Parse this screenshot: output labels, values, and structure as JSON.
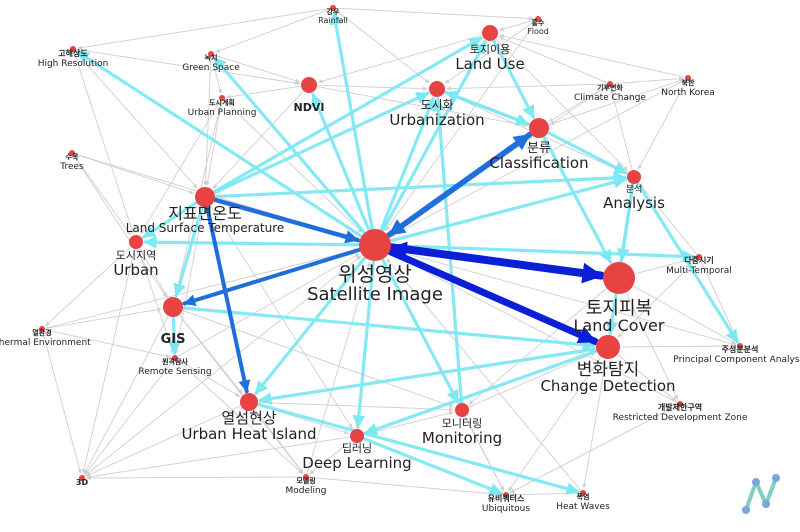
{
  "nodes": [
    {
      "id": "rainfall",
      "ko": "강우",
      "en": "Rainfall"
    },
    {
      "id": "flood",
      "ko": "홍수",
      "en": "Flood"
    },
    {
      "id": "landuse",
      "ko": "토지이용",
      "en": "Land Use"
    },
    {
      "id": "highres",
      "ko": "고해상도",
      "en": "High Resolution"
    },
    {
      "id": "green",
      "ko": "녹지",
      "en": "Green Space"
    },
    {
      "id": "ndvi",
      "ko": "",
      "en": "NDVI"
    },
    {
      "id": "urbanization",
      "ko": "도시화",
      "en": "Urbanization"
    },
    {
      "id": "climate",
      "ko": "기후변화",
      "en": "Climate Change"
    },
    {
      "id": "northkorea",
      "ko": "북한",
      "en": "North Korea"
    },
    {
      "id": "planning",
      "ko": "도시계획",
      "en": "Urban Planning"
    },
    {
      "id": "classification",
      "ko": "분류",
      "en": "Classification"
    },
    {
      "id": "trees",
      "ko": "수목",
      "en": "Trees"
    },
    {
      "id": "analysis",
      "ko": "분석",
      "en": "Analysis"
    },
    {
      "id": "lst",
      "ko": "지표면온도",
      "en": "Land Surface Temperature"
    },
    {
      "id": "satellite",
      "ko": "위성영상",
      "en": "Satellite Image"
    },
    {
      "id": "urban",
      "ko": "도시지역",
      "en": "Urban"
    },
    {
      "id": "multitemporal",
      "ko": "다중시기",
      "en": "Multi-Temporal"
    },
    {
      "id": "landcover",
      "ko": "토지피복",
      "en": "Land Cover"
    },
    {
      "id": "gis",
      "ko": "",
      "en": "GIS"
    },
    {
      "id": "thermal",
      "ko": "열환경",
      "en": "Thermal Environment"
    },
    {
      "id": "pca",
      "ko": "주성분분석",
      "en": "Principal Component Analysis"
    },
    {
      "id": "change",
      "ko": "변화탐지",
      "en": "Change Detection"
    },
    {
      "id": "remote",
      "ko": "원격탐사",
      "en": "Remote Sensing"
    },
    {
      "id": "uhi",
      "ko": "열섬현상",
      "en": "Urban Heat Island"
    },
    {
      "id": "monitoring",
      "ko": "모니터링",
      "en": "Monitoring"
    },
    {
      "id": "restricted",
      "ko": "개발제한구역",
      "en": "Restricted Development Zone"
    },
    {
      "id": "deep",
      "ko": "딥러닝",
      "en": "Deep Learning"
    },
    {
      "id": "3d",
      "ko": "3D",
      "en": ""
    },
    {
      "id": "modeling",
      "ko": "모델링",
      "en": "Modeling"
    },
    {
      "id": "ubiquitous",
      "ko": "유비쿼터스",
      "en": "Ubiquitous"
    },
    {
      "id": "heatwaves",
      "ko": "폭염",
      "en": "Heat Waves"
    }
  ],
  "strong_links": [
    {
      "from": "lst",
      "to": "satellite"
    },
    {
      "from": "satellite",
      "to": "classification"
    },
    {
      "from": "classification",
      "to": "satellite"
    },
    {
      "from": "satellite",
      "to": "landcover"
    },
    {
      "from": "landcover",
      "to": "satellite"
    },
    {
      "from": "satellite",
      "to": "change"
    },
    {
      "from": "lst",
      "to": "uhi"
    },
    {
      "from": "satellite",
      "to": "gis"
    }
  ],
  "medium_links": [
    {
      "from": "satellite",
      "to": "rainfall"
    },
    {
      "from": "satellite",
      "to": "landuse"
    },
    {
      "from": "satellite",
      "to": "urbanization"
    },
    {
      "from": "satellite",
      "to": "highres"
    },
    {
      "from": "satellite",
      "to": "green"
    },
    {
      "from": "satellite",
      "to": "ndvi"
    },
    {
      "from": "satellite",
      "to": "analysis"
    },
    {
      "from": "satellite",
      "to": "urban"
    },
    {
      "from": "satellite",
      "to": "deep"
    },
    {
      "from": "satellite",
      "to": "monitoring"
    },
    {
      "from": "satellite",
      "to": "uhi"
    },
    {
      "from": "satellite",
      "to": "multitemporal"
    },
    {
      "from": "lst",
      "to": "urbanization"
    },
    {
      "from": "lst",
      "to": "landuse"
    },
    {
      "from": "lst",
      "to": "analysis"
    },
    {
      "from": "lst",
      "to": "gis"
    },
    {
      "from": "lst",
      "to": "urban"
    },
    {
      "from": "gis",
      "to": "change"
    },
    {
      "from": "gis",
      "to": "remote"
    },
    {
      "from": "classification",
      "to": "analysis"
    },
    {
      "from": "classification",
      "to": "landcover"
    },
    {
      "from": "classification",
      "to": "urbanization"
    },
    {
      "from": "analysis",
      "to": "change"
    },
    {
      "from": "analysis",
      "to": "pca"
    },
    {
      "from": "analysis",
      "to": "landcover"
    },
    {
      "from": "urbanization",
      "to": "classification"
    },
    {
      "from": "change",
      "to": "deep"
    },
    {
      "from": "change",
      "to": "uhi"
    },
    {
      "from": "deep",
      "to": "ubiquitous"
    },
    {
      "from": "uhi",
      "to": "heatwaves"
    },
    {
      "from": "monitoring",
      "to": "urbanization"
    },
    {
      "from": "landuse",
      "to": "classification"
    }
  ],
  "weak_links": [
    {
      "from": "rainfall",
      "to": "flood"
    },
    {
      "from": "rainfall",
      "to": "highres"
    },
    {
      "from": "rainfall",
      "to": "green"
    },
    {
      "from": "flood",
      "to": "landuse"
    },
    {
      "from": "flood",
      "to": "urbanization"
    },
    {
      "from": "highres",
      "to": "ndvi"
    },
    {
      "from": "highres",
      "to": "lst"
    },
    {
      "from": "green",
      "to": "ndvi"
    },
    {
      "from": "green",
      "to": "planning"
    },
    {
      "from": "green",
      "to": "lst"
    },
    {
      "from": "ndvi",
      "to": "urbanization"
    },
    {
      "from": "ndvi",
      "to": "lst"
    },
    {
      "from": "ndvi",
      "to": "planning"
    },
    {
      "from": "ndvi",
      "to": "classification"
    },
    {
      "from": "climate",
      "to": "northkorea"
    },
    {
      "from": "climate",
      "to": "urbanization"
    },
    {
      "from": "climate",
      "to": "classification"
    },
    {
      "from": "climate",
      "to": "landuse"
    },
    {
      "from": "northkorea",
      "to": "analysis"
    },
    {
      "from": "northkorea",
      "to": "classification"
    },
    {
      "from": "northkorea",
      "to": "landuse"
    },
    {
      "from": "planning",
      "to": "lst"
    },
    {
      "from": "planning",
      "to": "urban"
    },
    {
      "from": "planning",
      "to": "gis"
    },
    {
      "from": "trees",
      "to": "lst"
    },
    {
      "from": "trees",
      "to": "urban"
    },
    {
      "from": "trees",
      "to": "gis"
    },
    {
      "from": "urban",
      "to": "thermal"
    },
    {
      "from": "urban",
      "to": "gis"
    },
    {
      "from": "urban",
      "to": "remote"
    },
    {
      "from": "urban",
      "to": "3d"
    },
    {
      "from": "thermal",
      "to": "gis"
    },
    {
      "from": "thermal",
      "to": "3d"
    },
    {
      "from": "thermal",
      "to": "remote"
    },
    {
      "from": "gis",
      "to": "3d"
    },
    {
      "from": "gis",
      "to": "modeling"
    },
    {
      "from": "gis",
      "to": "uhi"
    },
    {
      "from": "remote",
      "to": "uhi"
    },
    {
      "from": "remote",
      "to": "3d"
    },
    {
      "from": "remote",
      "to": "modeling"
    },
    {
      "from": "uhi",
      "to": "modeling"
    },
    {
      "from": "uhi",
      "to": "deep"
    },
    {
      "from": "uhi",
      "to": "3d"
    },
    {
      "from": "deep",
      "to": "modeling"
    },
    {
      "from": "deep",
      "to": "monitoring"
    },
    {
      "from": "monitoring",
      "to": "ubiquitous"
    },
    {
      "from": "monitoring",
      "to": "change"
    },
    {
      "from": "change",
      "to": "restricted"
    },
    {
      "from": "change",
      "to": "ubiquitous"
    },
    {
      "from": "change",
      "to": "heatwaves"
    },
    {
      "from": "change",
      "to": "pca"
    },
    {
      "from": "landcover",
      "to": "pca"
    },
    {
      "from": "landcover",
      "to": "multitemporal"
    },
    {
      "from": "landcover",
      "to": "restricted"
    },
    {
      "from": "landcover",
      "to": "monitoring"
    },
    {
      "from": "multitemporal",
      "to": "analysis"
    },
    {
      "from": "multitemporal",
      "to": "pca"
    },
    {
      "from": "analysis",
      "to": "climate"
    },
    {
      "from": "restricted",
      "to": "ubiquitous"
    },
    {
      "from": "modeling",
      "to": "3d"
    },
    {
      "from": "modeling",
      "to": "ubiquitous"
    },
    {
      "from": "heatwaves",
      "to": "ubiquitous"
    },
    {
      "from": "3d",
      "to": "satellite"
    },
    {
      "from": "trees",
      "to": "satellite"
    },
    {
      "from": "flood",
      "to": "satellite"
    },
    {
      "from": "northkorea",
      "to": "satellite"
    },
    {
      "from": "climate",
      "to": "satellite"
    },
    {
      "from": "restricted",
      "to": "satellite"
    },
    {
      "from": "pca",
      "to": "satellite"
    },
    {
      "from": "remote",
      "to": "satellite"
    },
    {
      "from": "thermal",
      "to": "satellite"
    },
    {
      "from": "modeling",
      "to": "satellite"
    },
    {
      "from": "ubiquitous",
      "to": "satellite"
    },
    {
      "from": "heatwaves",
      "to": "satellite"
    },
    {
      "from": "planning",
      "to": "satellite"
    },
    {
      "from": "lst",
      "to": "remote"
    },
    {
      "from": "lst",
      "to": "deep"
    },
    {
      "from": "landuse",
      "to": "analysis"
    },
    {
      "from": "urbanization",
      "to": "analysis"
    },
    {
      "from": "highres",
      "to": "urban"
    },
    {
      "from": "rainfall",
      "to": "urbanization"
    },
    {
      "from": "landuse",
      "to": "ndvi"
    },
    {
      "from": "gis",
      "to": "monitoring"
    },
    {
      "from": "deep",
      "to": "3d"
    },
    {
      "from": "uhi",
      "to": "monitoring"
    },
    {
      "from": "multitemporal",
      "to": "change"
    }
  ],
  "colors": {
    "node": "#e84343",
    "strong": "#1e6fd9",
    "strongest": "#0a1fd6",
    "medium": "#7ee8f2",
    "weak": "#cfcfcf",
    "logo_stroke": "#7fcfc4",
    "logo_dot": "#7aa6e0"
  },
  "logo_icon": "network-logo-icon"
}
